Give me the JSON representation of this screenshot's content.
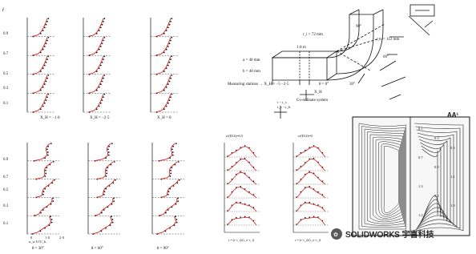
{
  "top_profiles": {
    "ylabel": "r̃",
    "y_ticks": [
      "0.9",
      "0.7",
      "0.5",
      "0.3",
      "0.1"
    ],
    "panels": [
      {
        "caption": "X_H = −1·0"
      },
      {
        "caption": "X_H = −2·5"
      },
      {
        "caption": "X_H = 0"
      }
    ]
  },
  "bottom_profiles": {
    "y_ticks": [
      "0.9",
      "0.7",
      "0.5",
      "0.3",
      "0.1"
    ],
    "axis_label": "u_w  U/U_b",
    "x_ticks": [
      "0",
      "1·0",
      "2·0"
    ],
    "panels": [
      {
        "caption": "θ = 30°"
      },
      {
        "caption": "θ = 60°"
      },
      {
        "caption": "θ = 90°"
      }
    ]
  },
  "duct_diagram": {
    "labels": {
      "angle_90": "90°",
      "ri": "r_i = 72 mm",
      "ro": "r_o = 112 mm",
      "len": "1·8 m",
      "a": "a = 40 mm",
      "b": "b = 40 mm",
      "angle_60": "60°",
      "angle_30": "30°",
      "xh": "X_H",
      "stations": "Measuring stations →  X_H = −5   −2·5",
      "theta0": "θ = 0°",
      "coord": "Co-ordinate system",
      "legend_rr": "r − r_s",
      "legend_rb": "r_s − r_b"
    }
  },
  "small_plots": [
    {
      "title": "z/(D/2)=0.5",
      "axis": "r = (r−r_i)/(r_o−r_i)"
    },
    {
      "title": "z/(D/2)=0",
      "axis": "r = (r−r_i)/(r_o−r_i)"
    }
  ],
  "contour": {
    "title": "AA¹",
    "labels": [
      "0.1",
      "0.3",
      "0.5",
      "0.7",
      "0.9",
      "1.1",
      "1.3",
      "0.2",
      "1.0",
      "1.2"
    ]
  },
  "watermark": {
    "text": "SOLIDWORKS 宇喜科技"
  },
  "colors": {
    "line": "#111111",
    "red": "#d42020",
    "dash": "#444444",
    "contour_bg": "#f7f7f7"
  }
}
